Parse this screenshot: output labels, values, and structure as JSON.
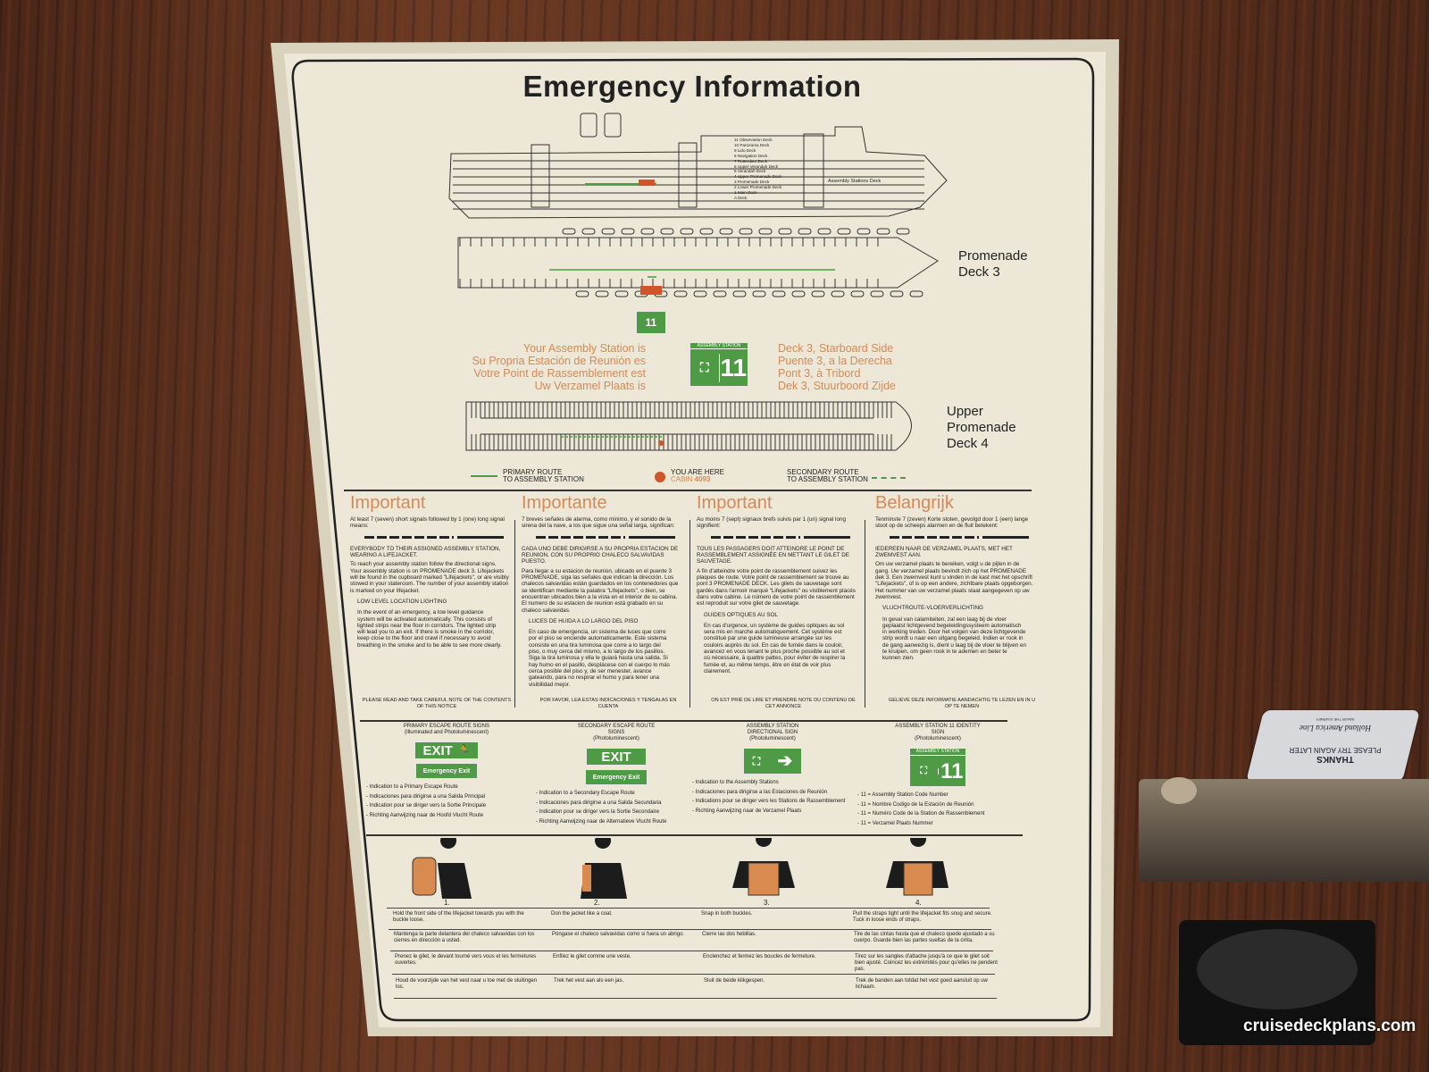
{
  "title": "Emergency Information",
  "ship_profile": {
    "decks": [
      "11 Observation Deck",
      "10 Panorama Deck",
      "9 Lido Deck",
      "8 Navigation Deck",
      "7 Rotterdam Deck",
      "6 Upper Verandah Deck",
      "5 Verandah Deck",
      "4 Upper Promenade Deck",
      "3 Promenade Deck",
      "2 Lower Promenade Deck",
      "1 Main Deck",
      "A Deck"
    ],
    "assembly_label": "Assembly Stations Deck"
  },
  "deck3_label": [
    "Promenade",
    "Deck 3"
  ],
  "deck4_label": [
    "Upper",
    "Promenade",
    "Deck 4"
  ],
  "assembly": {
    "left": [
      "Your Assembly Station is",
      "Su Propria Estación de Reunión es",
      "Votre Point de Rassemblement est",
      "Uw Verzamel Plaats is"
    ],
    "sign_header": "ASSEMBLY STATION",
    "sign_number": "11",
    "right": [
      "Deck 3, Starboard Side",
      "Puente 3, a la Derecha",
      "Pont 3, à Tribord",
      "Dek 3, Stuurboord Zijde"
    ]
  },
  "legend": {
    "primary": [
      "PRIMARY ROUTE",
      "TO ASSEMBLY STATION"
    ],
    "here": "YOU ARE HERE",
    "cabin_label": "CABIN",
    "cabin": "4093",
    "secondary": [
      "SECONDARY ROUTE",
      "TO ASSEMBLY STATION"
    ]
  },
  "colors": {
    "orange": "#d58a56",
    "green": "#4f9a45",
    "you_are_here": "#d0562a"
  },
  "columns": [
    {
      "heading": "Important",
      "intro": "At least 7 (seven) short signals followed by 1 (one) long signal means:",
      "caps": "EVERYBODY TO THEIR ASSIGNED ASSEMBLY STATION, WEARING A LIFEJACKET.",
      "body": "To reach your assembly station follow the directional signs. Your assembly station is on PROMENADE deck 3. Lifejackets will be found in the cupboard marked \"Lifejackets\", or are visibly stowed in your stateroom. The number of your assembly station is marked on your lifejacket.",
      "sub": "LOW LEVEL LOCATION LIGHTING",
      "body2": "In the event of an emergency, a low level guidance system will be activated automatically. This consists of lighted strips near the floor in corridors. The lighted strip will lead you to an exit. If there is smoke in the corridor, keep close to the floor and crawl if necessary to avoid breathing in the smoke and to be able to see more clearly.",
      "footer": "PLEASE READ AND TAKE CAREFUL NOTE OF THE CONTENTS OF THIS NOTICE"
    },
    {
      "heading": "Importante",
      "intro": "7 breves señales de alarma, como minimo, y el sonido de la sirena del la nave, a los que sigue una señal larga, significan:",
      "caps": "CADA UNO DEBE DIRIGIRSE A SU PROPRIA ESTACION DE REUNION, CON SU PROPRIO CHALECO SALVAVIDAS PUESTO.",
      "body": "Para llegar a su estacion de reunion, ubicado en el puente 3 PROMENADE, siga las señales que indican la dirección. Los chalecos salvavidas están guardados en los contenedores que se identifican mediante la palabra \"Lifejackets\", o bien, se encuentran ubicados bien a la vista en el interior de su cabina. El numero de su estacion de reunion está grabado en su chaleco salvavidas.",
      "sub": "LUCES DE HUIDA A LO LARGO DEL PISO",
      "body2": "En caso de emergencia, un sistema de luces que corre por el piso se enciende automaticamente. Este sistema consiste en una tira luminosa que corre a lo largo del piso, o muy cerca del mismo, a lo largo de los pasillos. Siga la tira luminosa y ella le guiará hasta una salida. Si hay humo en el pasillo, desplácese con el cuerpo lo más cerca posible del piso y, de ser menester, avance gateando, para no respirar el humo y para tener una visibilidad mejor.",
      "footer": "POR FAVOR, LEA ESTAS INDICACIONES Y TENGALAS EN CUENTA"
    },
    {
      "heading": "Important",
      "intro": "Au moins 7 (sept) signaux brefs suivis par 1 (un) signal long signifient:",
      "caps": "TOUS LES PASSAGERS DOIT ATTEINDRE LE POINT DE RASSEMBLEMENT ASSIGNÉE EN METTANT LE GILET DE SAUVETAGE.",
      "body": "A fin d'atteindre votre point de rassemblement suivez les plaques de route. Votre point de rassemblement se trouve au pont 3 PROMENADE DECK. Les gilets de sauvetage sont gardés dans l'armoir marqué \"Lifejackets\" ou visiblement placés dans votre cabine. Le número de votre point de rassemblement est reproduit sur votre gilet de sauvetage.",
      "sub": "GUIDES OPTIQUES AU SOL",
      "body2": "En cas d'urgence, un système de guides optiques au sol sera mis en marche automatiquement. Cet système est constitué par une guide lumineuse arrangée sur les couloirs auprès du sol. En cas de fumée dans le couloir, avancez en vous tenant le plus proche possible au sol et où nécessaire, à quattre pattes, pour éviter de respirer la fumée et, au même temps, être en état de voir plus clairement.",
      "footer": "ON EST PRIÉ DE LIRE ET PRENDRE NOTE DU CONTENU DE CET ANNONCE"
    },
    {
      "heading": "Belangrijk",
      "intro": "Tenminste 7 (zeven) Korte stoten, gevolgd door 1 (een) lange stoot op de scheeps alarmen en de fluit betekent:",
      "caps": "IEDEREEN NAAR DE VERZAMEL PLAATS, MET HET ZWEMVEST AAN.",
      "body": "Om uw verzamel plaats te bereiken, volgt u de pijlen in de gang. Uw verzamel plaats bevindt zich op het PROMENADE dek 3. Een zwemvest kunt u vinden in de kast met het opschrift \"Lifejackets\", of is op een andere, zichtbare plaats opgeborgen. Het nummer van uw verzamel plaats staat aangegeven op uw zwemvest.",
      "sub": "VLUCHTROUTE-VLOERVERLICHTING",
      "body2": "In geval van calamiteiten, zal een laag bij de vloer geplaatst lichtgevend begeleidingssysteem automatisch in werking treden. Door het volgen van deze lichtgevende strip wordt u naar een uitgang begeleid. Indien er rook in de gang aanwezig is, dient u laag bij de vloer te blijven en te kruipen, om geen rook in te ademen en beter te kunnen zien.",
      "footer": "GELIEVE DEZE INFORMATIE AANDACHTIG TE LEZEN EN IN U OP TE NEMEN"
    }
  ],
  "signs": [
    {
      "title": "PRIMARY ESCAPE ROUTE SIGNS",
      "note": "(Illuminated and Photoluminescent)",
      "label1": "EXIT",
      "label2": "Emergency Exit",
      "items": [
        "- Indication to a Primary Escape Route",
        "- Indicaciones para dirigirse a una Salida Principal",
        "- Indication pour se diriger vers la Sortie Principale",
        "- Richting Aanwijzing naar de Hoofd Vlucht Route"
      ]
    },
    {
      "title": "SECONDARY ESCAPE ROUTE SIGNS",
      "note": "(Photoluminescent)",
      "label1": "EXIT",
      "label2": "Emergency Exit",
      "items": [
        "- Indication to a Secondary Escape Route",
        "- Indicaciones para dirigirse a una Salida Secundaria",
        "- Indication pour se diriger vers la Sortie Secondaire",
        "- Richting Aanwijzing naar de Alternatieve Vlucht Route"
      ]
    },
    {
      "title": "ASSEMBLY STATION DIRECTIONAL SIGN",
      "note": "(Photoluminescent)",
      "items": [
        "- Indication to the Assembly Stations",
        "- Indicaciones para dirigirse a las Estaciones de Reunión",
        "- Indications pour se diriger vers les Stations de Rassemblement",
        "- Richting Aanwijzing naar de Verzamel Plaats"
      ]
    },
    {
      "title": "ASSEMBLY STATION 11 IDENTITY SIGN",
      "note": "(Photoluminescent)",
      "sign_header": "ASSEMBLY STATION",
      "sign_number": "11",
      "items": [
        "- 11 = Assembly Station Code Number",
        "- 11 = Nombre Codigo de la Estación de Reunión",
        "- 11 = Numéro Code de la Station de Rassemblement",
        "- 11 = Verzamel Plaats Nummer"
      ]
    }
  ],
  "steps": [
    {
      "num": "1.",
      "text": [
        "Hold the front side of the lifejacket towards you with the buckle loose.",
        "Mantenga la parte delantera del chaleco salvavidas con los cierres en dirección a usted.",
        "Prenez le gilet, le devant tourné vers vous et les fermetures ouvertes.",
        "Houd de voorzijde van het vest naar u toe met de sluitingen los."
      ]
    },
    {
      "num": "2.",
      "text": [
        "Don the jacket like a coat.",
        "Póngase el chaleco salvavidas como si fuera un abrigo.",
        "Enfilez le gilet comme une veste.",
        "Trek het vest aan als een jas."
      ]
    },
    {
      "num": "3.",
      "text": [
        "Snap in both buckles.",
        "Cierre las dos hebillas.",
        "Enclenchez et fermez les boucles de fermeture.",
        "Sluit de beide klikgespen."
      ]
    },
    {
      "num": "4.",
      "text": [
        "Pull the straps tight until the lifejacket fits snug and secure. Tuck in loose ends of straps.",
        "Tire de las cintas hasta que el chaleco quede ajustado a su cuerpo. Guarde bien las partes sueltas de la cinta.",
        "Tirez sur les sangles d'attache jusqu'à ce que le gilet soit bien ajusté. Coincez les extrémités pour qu'elles ne pendent pas.",
        "Trek de banden aan totdat het vest goed aansluit op uw lichaam."
      ]
    }
  ],
  "key_card": {
    "brand": "Holland America Line",
    "tagline": "SAVOR THE JOURNEY",
    "msg1": "THANKS",
    "msg2": "PLEASE TRY AGAIN LATER"
  },
  "watermark": "cruisedeckplans.com"
}
